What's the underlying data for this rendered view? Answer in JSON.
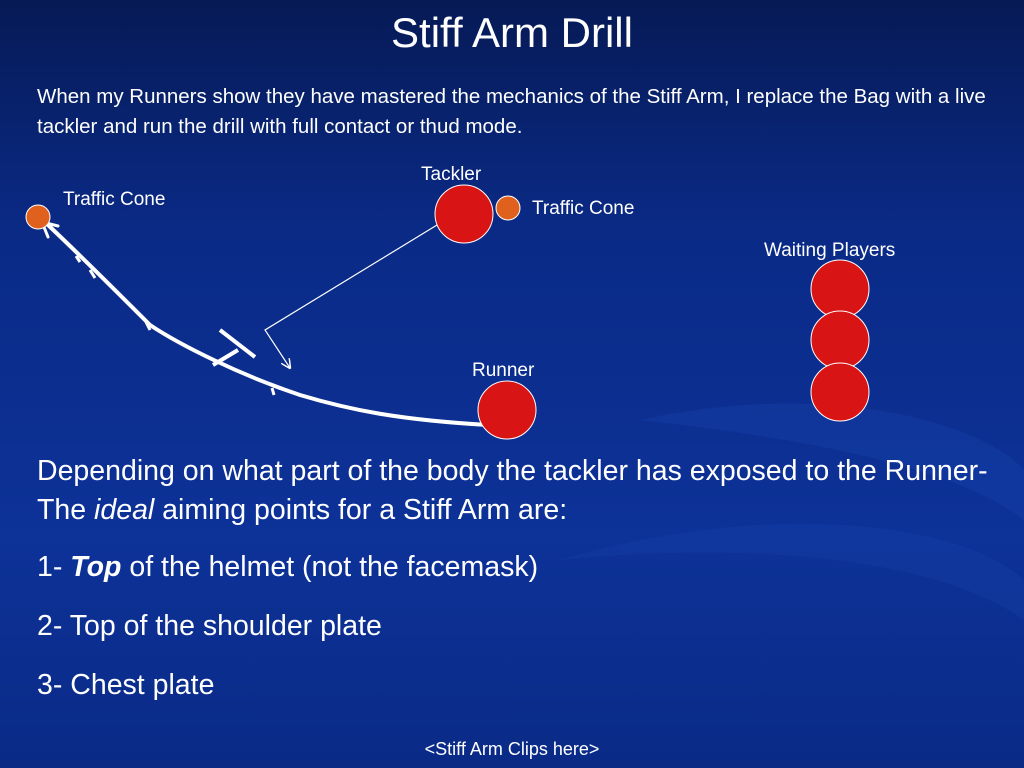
{
  "slide": {
    "title": "Stiff Arm Drill",
    "intro": "When my Runners show they have mastered the mechanics of the Stiff Arm, I replace the Bag with a live tackler and run the drill with full contact or thud mode.",
    "footer": "<Stiff Arm Clips here>"
  },
  "diagram": {
    "labels": {
      "traffic_cone_left": "Traffic Cone",
      "tackler": "Tackler",
      "traffic_cone_right": "Traffic Cone",
      "waiting_players": "Waiting Players",
      "runner": "Runner"
    },
    "colors": {
      "player": "#d81414",
      "cone": "#e0601e",
      "path": "#ffffff"
    }
  },
  "body": {
    "paragraph_1": "Depending on what part of the body the tackler has exposed to the Runner- The ",
    "paragraph_ideal": "ideal",
    "paragraph_2": " aiming points for a Stiff Arm are:",
    "item_1_prefix": "1- ",
    "item_1_emph": "Top",
    "item_1_rest": " of the helmet (not the facemask)",
    "item_2": "2- Top of the shoulder plate",
    "item_3": "3- Chest plate"
  }
}
